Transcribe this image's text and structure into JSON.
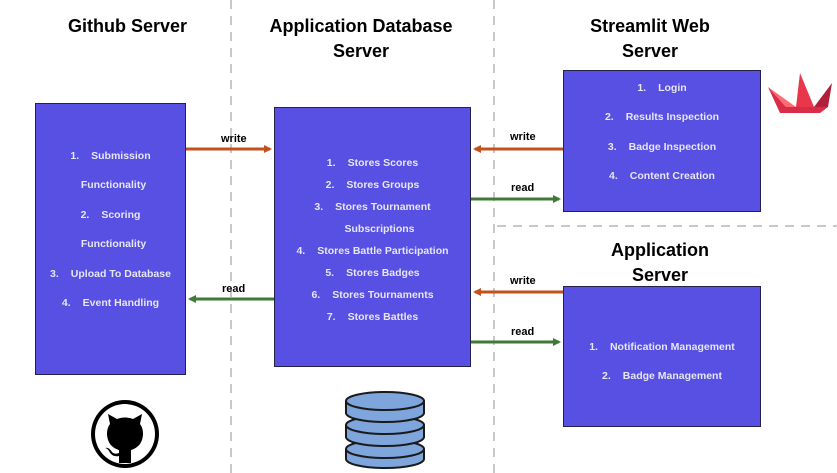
{
  "titles": {
    "github": "Github Server",
    "database": "Application Database Server",
    "streamlit": "Streamlit Web Server",
    "application": "Application Server"
  },
  "github_items": [
    {
      "num": "1.",
      "text": "Submission",
      "cont": "Functionality"
    },
    {
      "num": "2.",
      "text": "Scoring",
      "cont": "Functionality"
    },
    {
      "num": "3.",
      "text": "Upload To Database"
    },
    {
      "num": "4.",
      "text": "Event Handling"
    }
  ],
  "database_items": [
    {
      "num": "1.",
      "text": "Stores Scores"
    },
    {
      "num": "2.",
      "text": "Stores Groups"
    },
    {
      "num": "3.",
      "text": "Stores Tournament",
      "cont": "Subscriptions"
    },
    {
      "num": "4.",
      "text": "Stores Battle Participation"
    },
    {
      "num": "5.",
      "text": "Stores Badges"
    },
    {
      "num": "6.",
      "text": "Stores Tournaments"
    },
    {
      "num": "7.",
      "text": "Stores Battles"
    }
  ],
  "streamlit_items": [
    {
      "num": "1.",
      "text": "Login"
    },
    {
      "num": "2.",
      "text": "Results Inspection"
    },
    {
      "num": "3.",
      "text": "Badge Inspection"
    },
    {
      "num": "4.",
      "text": "Content Creation"
    }
  ],
  "application_items": [
    {
      "num": "1.",
      "text": "Notification Management"
    },
    {
      "num": "2.",
      "text": "Badge Management"
    }
  ],
  "arrows": {
    "github_to_db": "write",
    "db_to_github": "read",
    "streamlit_to_db": "write",
    "db_to_streamlit": "read",
    "app_to_db": "write",
    "db_to_app": "read"
  },
  "icons": {
    "github": "github-octocat-icon",
    "database": "database-cylinder-icon",
    "streamlit": "streamlit-crown-icon"
  },
  "colors": {
    "box_fill": "#5850e2",
    "box_text": "#e6e6f5",
    "write_arrow": "#c4501e",
    "read_arrow": "#3f7a36",
    "db_icon": "#7ea6dd",
    "streamlit_red": "#e8374a"
  }
}
